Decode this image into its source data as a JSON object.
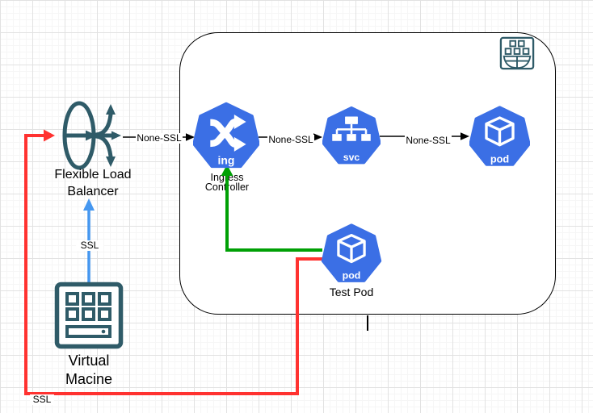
{
  "diagram": {
    "colors": {
      "node_blue": "#3B6FE5",
      "stencil_teal": "#2F5B68",
      "ssl_red": "#FF3230",
      "pod_ingress_green": "#00A005",
      "ssl_blue": "#4597F0",
      "connector_black": "#000000"
    },
    "nodes": {
      "load_balancer": {
        "line1": "Flexible Load",
        "line2": "Balancer"
      },
      "virtual_machine": {
        "line1": "Virtual",
        "line2": "Macine"
      },
      "ingress": {
        "badge": "ing",
        "label_line1": "Ingress",
        "label_line2": "Controller"
      },
      "service": {
        "badge": "svc"
      },
      "pod": {
        "badge": "pod"
      },
      "test_pod": {
        "badge": "pod",
        "label": "Test Pod"
      }
    },
    "edges": {
      "lb_ingress_label": "None-SSL",
      "ingress_service_label": "None-SSL",
      "service_pod_label": "None-SSL",
      "vm_lb_label": "SSL",
      "testpod_lb_label": "SSL"
    }
  }
}
